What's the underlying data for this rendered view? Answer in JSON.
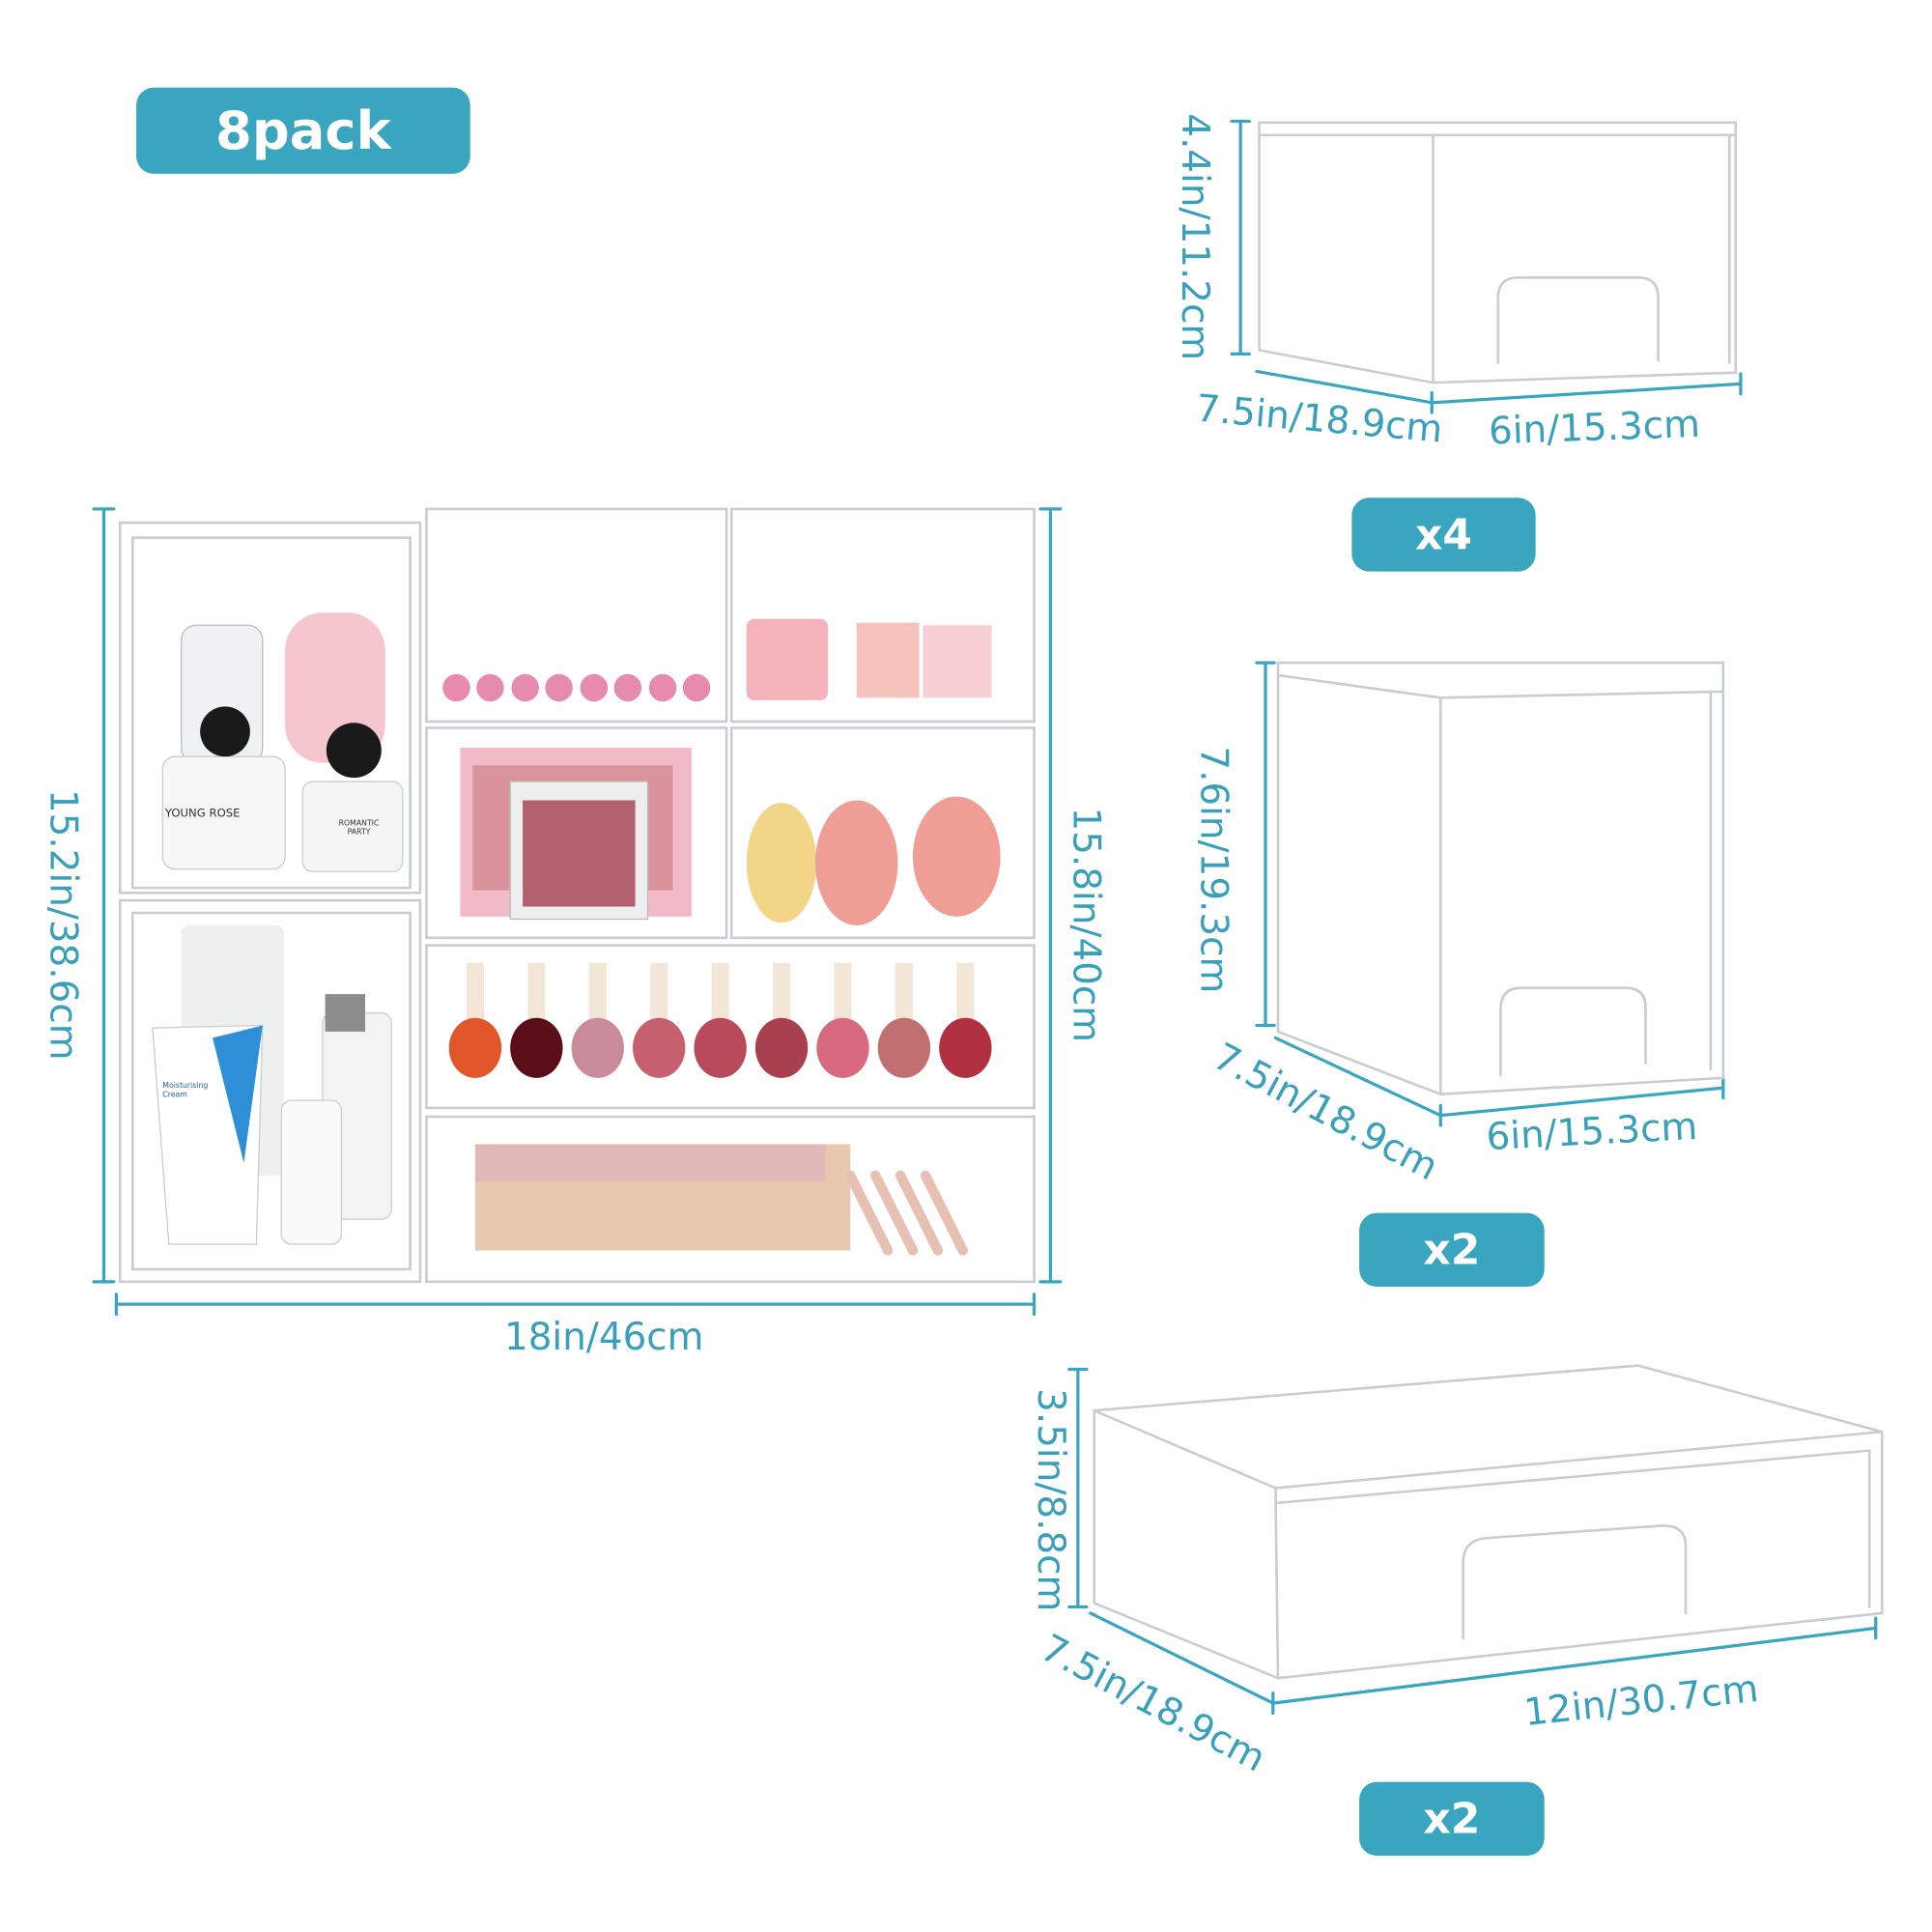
{
  "pack_badge": "8pack",
  "colors": {
    "accent": "#3aa5bf",
    "dimension_text": "#3a9fb8",
    "box_outline": "#c8cdd2"
  },
  "assembly": {
    "height_left": "15.2in/38.6cm",
    "height_right": "15.8in/40cm",
    "width": "18in/46cm"
  },
  "products": [
    {
      "height": "4.4in/11.2cm",
      "depth": "7.5in/18.9cm",
      "width": "6in/15.3cm",
      "quantity": "x4"
    },
    {
      "height": "7.6in/19.3cm",
      "depth": "7.5in/18.9cm",
      "width": "6in/15.3cm",
      "quantity": "x2"
    },
    {
      "height": "3.5in/8.8cm",
      "depth": "7.5in/18.9cm",
      "width": "12in/30.7cm",
      "quantity": "x2"
    }
  ],
  "product_labels": {
    "perfume_brand": "YOUNG ROSE",
    "perfume_2": "ROMANTIC PARTY",
    "cream": "Moisturising Cream"
  }
}
